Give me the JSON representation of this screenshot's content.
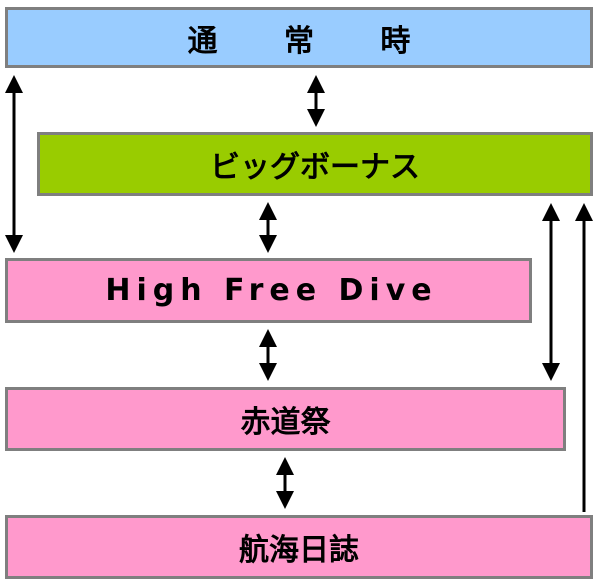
{
  "colors": {
    "normal_fill": "#99ccff",
    "big_bonus_fill": "#99cc00",
    "pink_fill": "#ff99cc",
    "border": "#7f7f7f",
    "arrow": "#000000"
  },
  "nodes": {
    "normal": "通 常 時",
    "big_bonus": "ビッグボーナス",
    "high_free_dive": "High Free Dive",
    "akamichi_sai": "赤道祭",
    "koukai_nisshi": "航海日誌"
  }
}
